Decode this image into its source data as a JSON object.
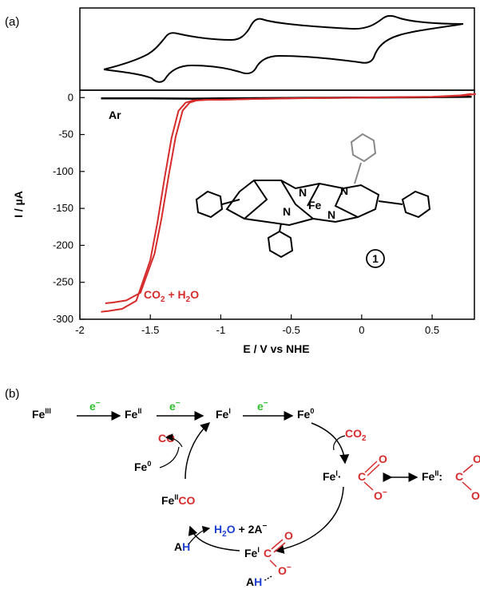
{
  "panel_a": {
    "label": "(a)"
  },
  "panel_b": {
    "label": "(b)"
  },
  "colors": {
    "red": "#d62b2b",
    "green": "#2fbf2f",
    "blue": "#1d3fd1",
    "black": "#000000"
  },
  "chart_data": {
    "type": "line",
    "xlabel": "E / V vs NHE",
    "ylabel": "I / µA",
    "xlim": [
      -2.0,
      0.8
    ],
    "ylim": [
      -300,
      10
    ],
    "xticks": [
      -2,
      -1.5,
      -1,
      -0.5,
      0,
      0.5
    ],
    "yticks": [
      0,
      -50,
      -100,
      -150,
      -200,
      -250,
      -300
    ],
    "series": [
      {
        "name": "Ar",
        "color": "#000000",
        "x": [
          -1.85,
          -1.5,
          -1.2,
          -1.0,
          -0.5,
          0.0,
          0.5,
          0.78
        ],
        "y": [
          -1,
          -1,
          -1.5,
          -1,
          -0.5,
          0,
          0.5,
          1
        ]
      },
      {
        "name": "CO2 + H2O",
        "color": "#d62b2b",
        "x": [
          -1.85,
          -1.8,
          -1.7,
          -1.6,
          -1.5,
          -1.45,
          -1.4,
          -1.35,
          -1.3,
          -1.25,
          -1.2,
          -1.1,
          -1.0,
          -0.8,
          -0.5,
          0.0,
          0.5,
          0.7,
          0.78
        ],
        "y": [
          -290,
          -289,
          -286,
          -275,
          -220,
          -170,
          -110,
          -55,
          -18,
          -7,
          -4,
          -3,
          -3,
          -2,
          -1,
          0,
          1,
          3,
          5
        ]
      }
    ]
  },
  "inset_cv": {
    "description": ""
  },
  "molecule": {
    "metal": "Fe",
    "n1": "N",
    "n2": "N",
    "n3": "N",
    "n4": "N",
    "number": "1"
  },
  "legend": {
    "ar": "Ar",
    "co2_main": "CO",
    "co2_sub": "2",
    "co2_rest": " + H",
    "h2o_sub": "2",
    "h2o_rest": "O"
  },
  "scheme": {
    "fe": "Fe",
    "ox_III": "III",
    "ox_II": "II",
    "ox_I": "I",
    "ox_0": "0",
    "electron": "e",
    "minus": "−",
    "co": "CO",
    "co2_c": "CO",
    "co2_2": "2",
    "c": "C",
    "o": "O",
    "a": "A",
    "h": "H",
    "h2o_2": "2",
    "plus_2a": "+ 2A",
    "dot": "·",
    "colon": ":"
  }
}
